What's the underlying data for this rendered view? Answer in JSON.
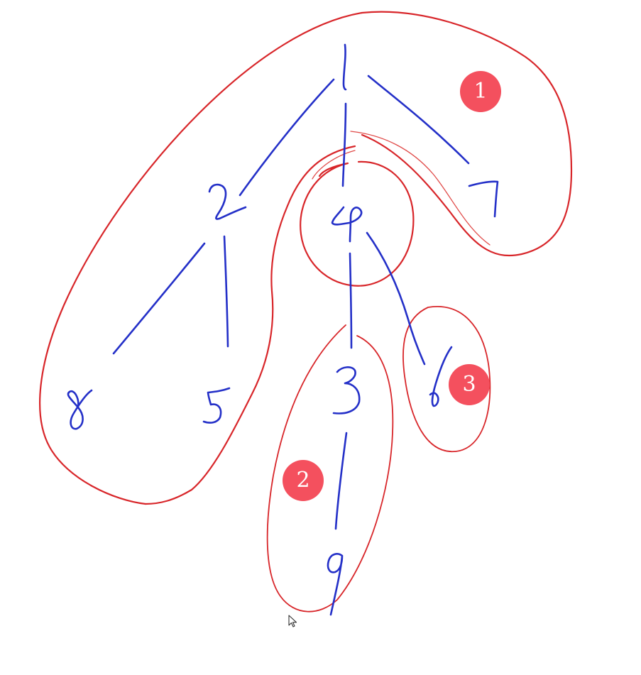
{
  "diagram": {
    "type": "tree-partition-sketch",
    "colors": {
      "background": "#ffffff",
      "tree_ink": "#2430c8",
      "partition_ink": "#d8262a",
      "badge": "#f4505e",
      "badge_text": "#ffffff"
    },
    "nodes": [
      {
        "id": "1",
        "label": "1"
      },
      {
        "id": "2",
        "label": "2"
      },
      {
        "id": "4",
        "label": "4"
      },
      {
        "id": "7",
        "label": "7"
      },
      {
        "id": "8",
        "label": "8"
      },
      {
        "id": "5",
        "label": "5"
      },
      {
        "id": "3",
        "label": "3"
      },
      {
        "id": "6",
        "label": "6"
      },
      {
        "id": "9",
        "label": "9"
      }
    ],
    "edges": [
      [
        "1",
        "2"
      ],
      [
        "1",
        "4"
      ],
      [
        "1",
        "7"
      ],
      [
        "2",
        "8"
      ],
      [
        "2",
        "5"
      ],
      [
        "4",
        "3"
      ],
      [
        "4",
        "6"
      ],
      [
        "3",
        "9"
      ]
    ],
    "groups": [
      {
        "badge": "1",
        "members": [
          "1",
          "2",
          "7",
          "8",
          "5"
        ],
        "note": "large region enclosing root, left subtree and 7; node 4 circled separately"
      },
      {
        "badge": "2",
        "members": [
          "3",
          "9"
        ]
      },
      {
        "badge": "3",
        "members": [
          "6"
        ]
      }
    ],
    "badges": [
      {
        "label": "1"
      },
      {
        "label": "2"
      },
      {
        "label": "3"
      }
    ]
  }
}
